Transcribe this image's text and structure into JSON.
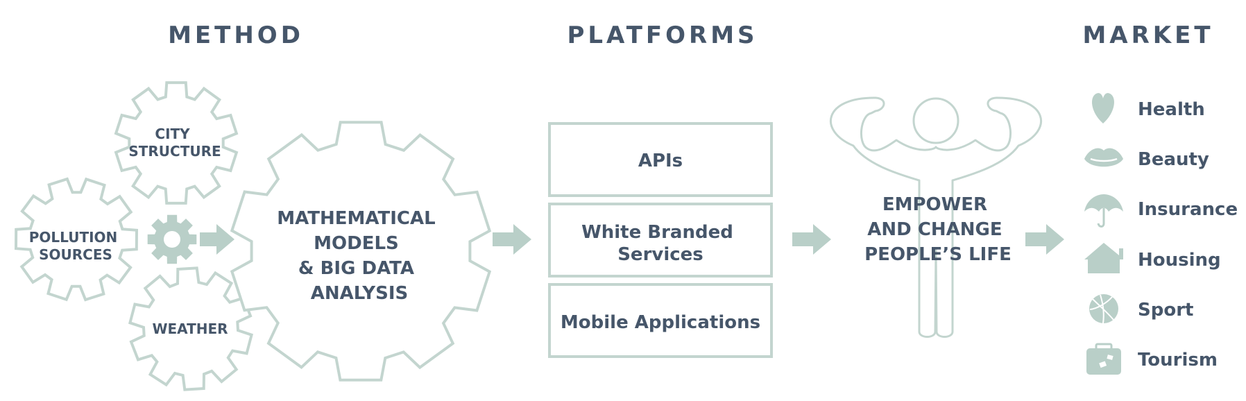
{
  "headers": {
    "method": "METHOD",
    "platforms": "PLATFORMS",
    "market": "MARKET"
  },
  "method": {
    "city_structure": [
      "CITY",
      "STRUCTURE"
    ],
    "pollution_sources": [
      "POLLUTION",
      "SOURCES"
    ],
    "weather": [
      "WEATHER"
    ],
    "core": [
      "MATHEMATICAL",
      "MODELS",
      "& BIG DATA",
      "ANALYSIS"
    ]
  },
  "platforms": [
    {
      "lines": [
        "APIs"
      ]
    },
    {
      "lines": [
        "White Branded",
        "Services"
      ]
    },
    {
      "lines": [
        "Mobile Applications"
      ]
    }
  ],
  "empower": [
    "EMPOWER",
    "AND CHANGE",
    "PEOPLE’S LIFE"
  ],
  "market": [
    {
      "label": "Health",
      "icon": "heart-icon"
    },
    {
      "label": "Beauty",
      "icon": "lips-icon"
    },
    {
      "label": "Insurance",
      "icon": "umbrella-icon"
    },
    {
      "label": "Housing",
      "icon": "house-icon"
    },
    {
      "label": "Sport",
      "icon": "ball-icon"
    },
    {
      "label": "Tourism",
      "icon": "suitcase-icon"
    }
  ],
  "colors": {
    "text": "#46566a",
    "accent": "#c3d5cf"
  }
}
